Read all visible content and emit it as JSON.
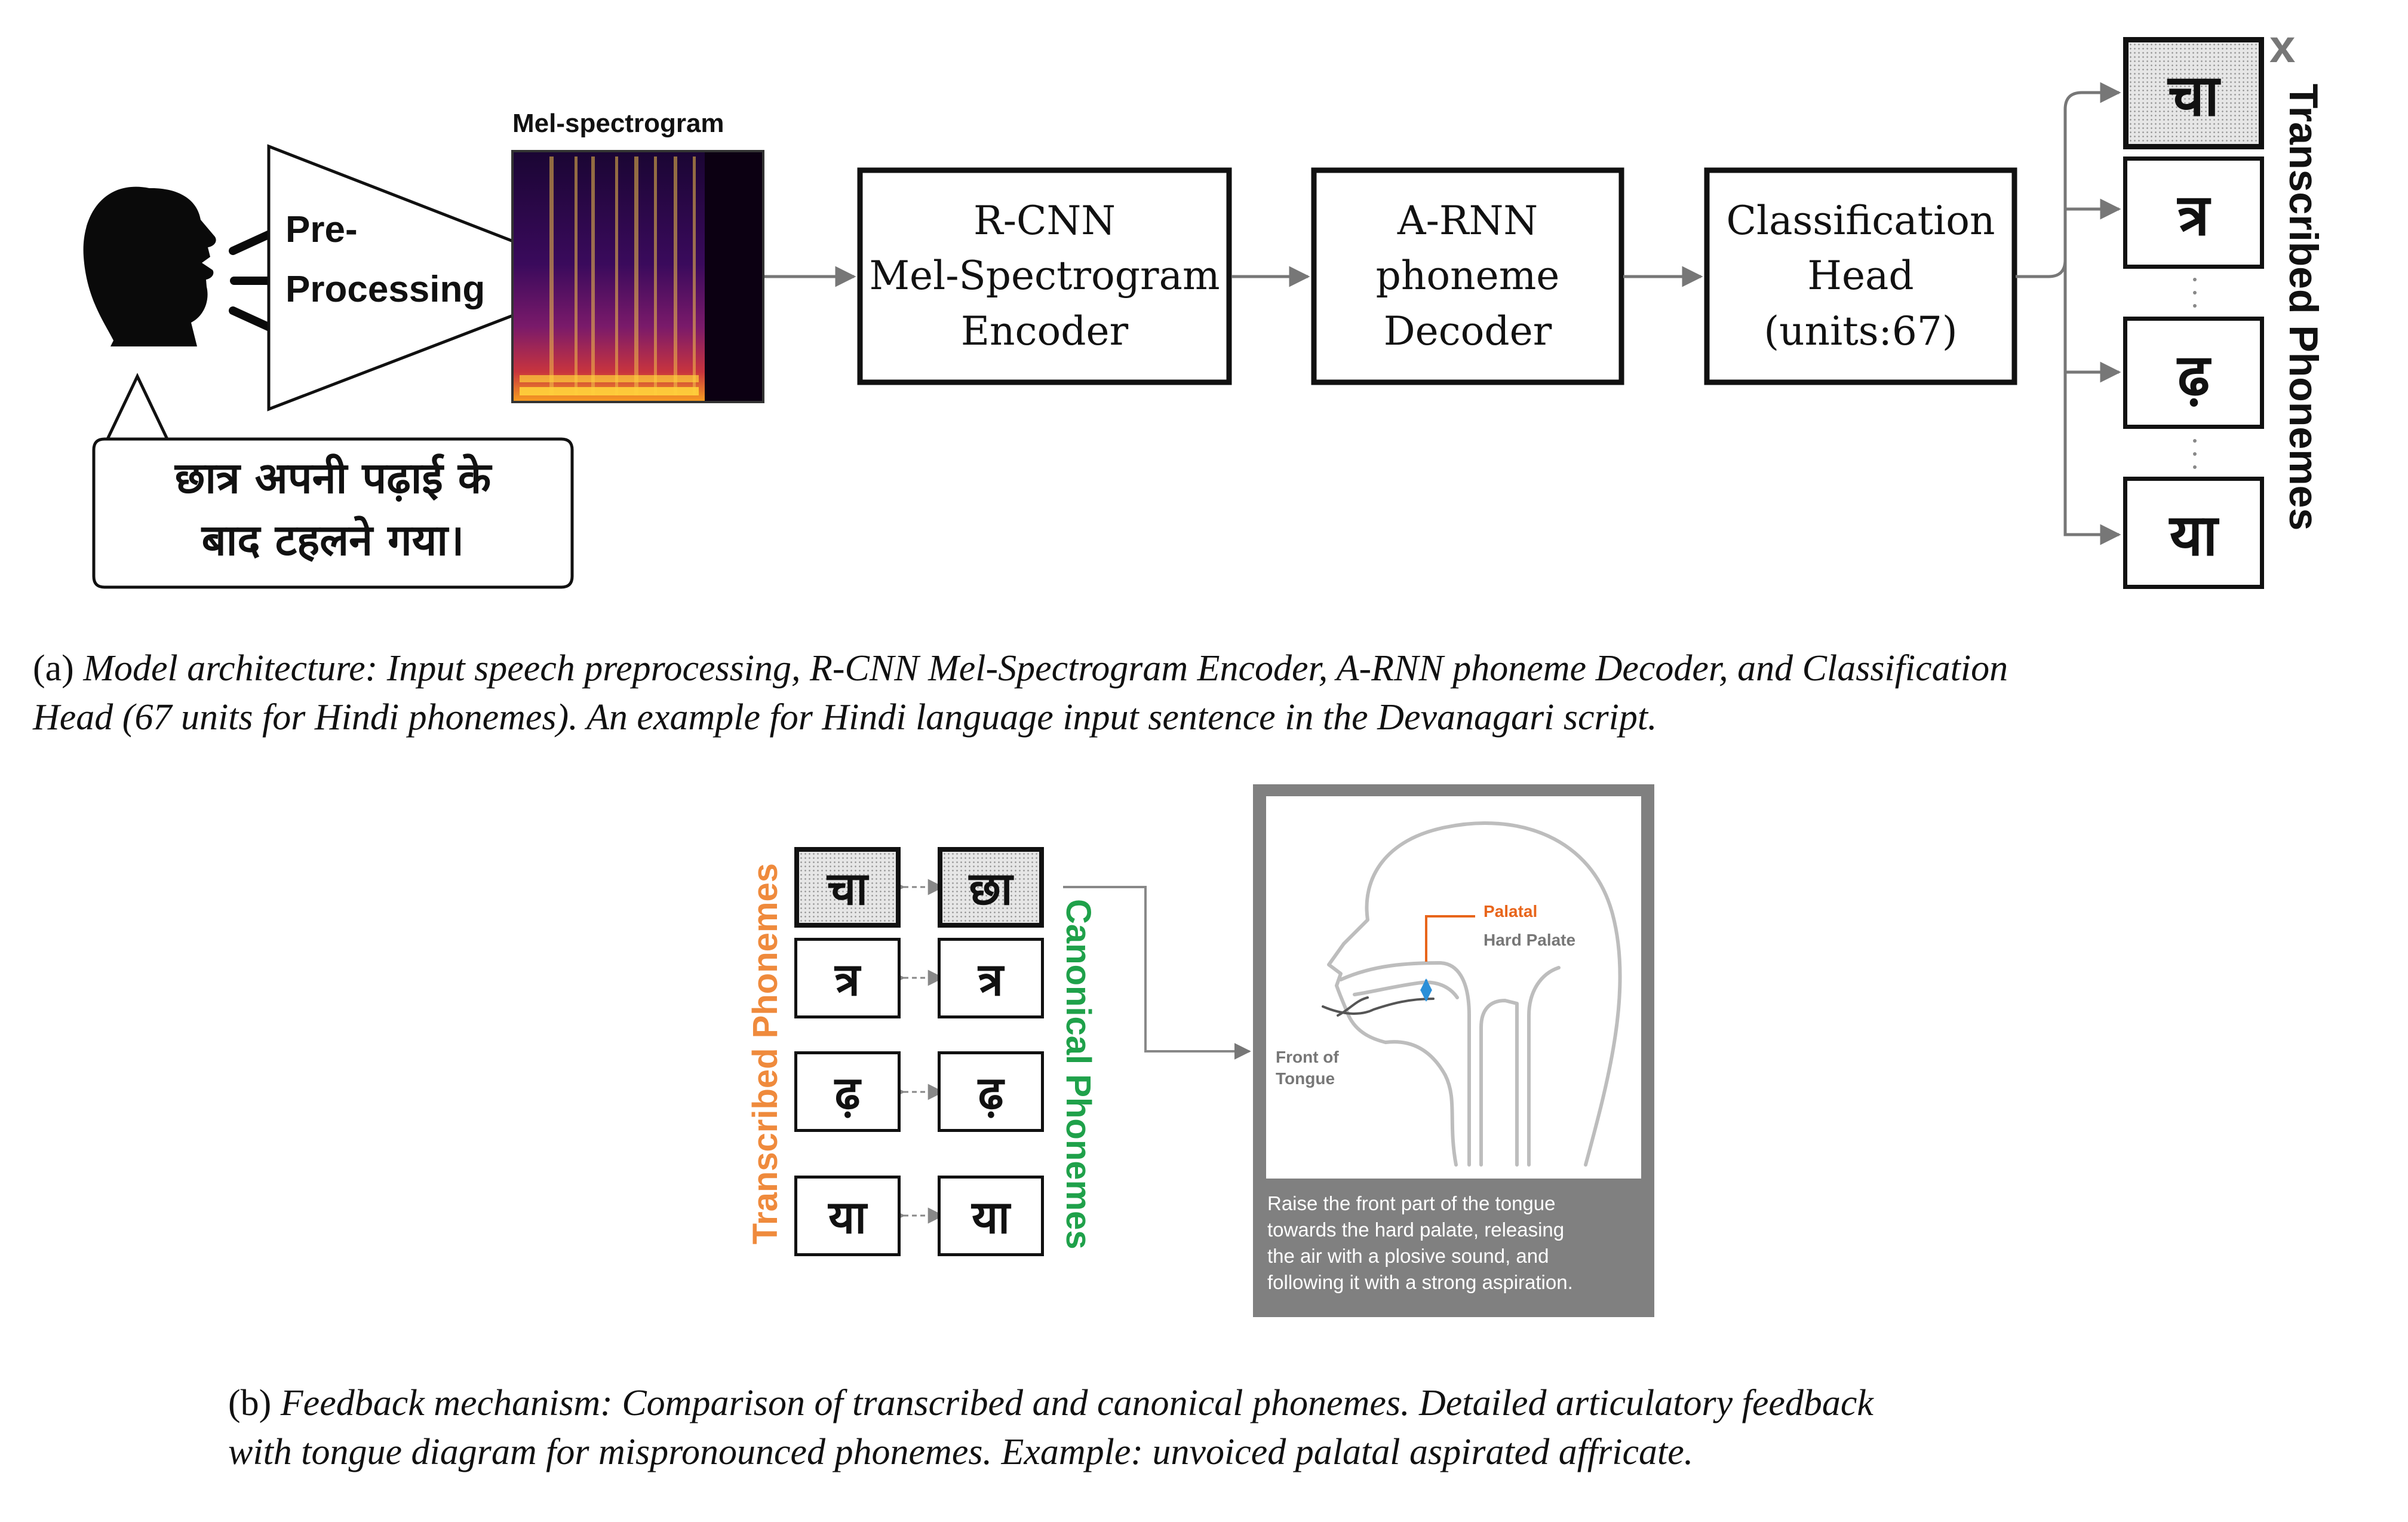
{
  "panel_a": {
    "preprocessing_label": [
      "Pre-",
      "Processing"
    ],
    "spectrogram_label": "Mel-spectrogram",
    "encoder_box": [
      "R-CNN",
      "Mel-Spectrogram",
      "Encoder"
    ],
    "decoder_box": [
      "A-RNN",
      "phoneme",
      "Decoder"
    ],
    "head_box": [
      "Classification",
      "Head",
      "(units:67)"
    ],
    "speech_bubble": [
      "छात्र अपनी पढ़ाई के",
      "बाद टहलने गया।"
    ],
    "output_phonemes": [
      "चा",
      "त्र",
      "ढ़",
      "या"
    ],
    "wrong_mark": "x",
    "vertical_label": "Transcribed Phonemes",
    "caption_prefix": "(a)",
    "caption_lines": [
      "Model architecture:  Input speech preprocessing, R-CNN Mel-Spectrogram Encoder, A-RNN phoneme Decoder, and Classification",
      "Head (67 units for Hindi phonemes). An example for Hindi language input sentence in the Devanagari script."
    ]
  },
  "panel_b": {
    "transcribed_label": "Transcribed Phonemes",
    "canonical_label": "Canonical Phonemes",
    "transcribed": [
      "चा",
      "त्र",
      "ढ़",
      "या"
    ],
    "canonical": [
      "छा",
      "त्र",
      "ढ़",
      "या"
    ],
    "diagram_labels": {
      "palatal": "Palatal",
      "hard_palate": "Hard Palate",
      "front_of_tongue": [
        "Front of",
        "Tongue"
      ]
    },
    "instruction": [
      "Raise the front part of the tongue",
      "towards the hard palate, releasing",
      "the air with a plosive sound, and",
      "following it with a strong aspiration."
    ],
    "caption_prefix": "(b)",
    "caption_lines": [
      "Feedback mechanism:  Comparison of transcribed and canonical phonemes.  Detailed articulatory feedback",
      "with tongue diagram for mispronounced phonemes. Example: unvoiced palatal aspirated affricate."
    ]
  },
  "colors": {
    "transcribed_label": "#ef8a3c",
    "canonical_label": "#1fa14a",
    "palatal_label": "#e8651b",
    "tongue_arrow": "#2a8fd8",
    "feedback_panel": "#808080",
    "box_border": "#111111",
    "arrow": "#777777"
  },
  "icons": [
    "speaking-head-icon",
    "sound-waves-icon"
  ]
}
